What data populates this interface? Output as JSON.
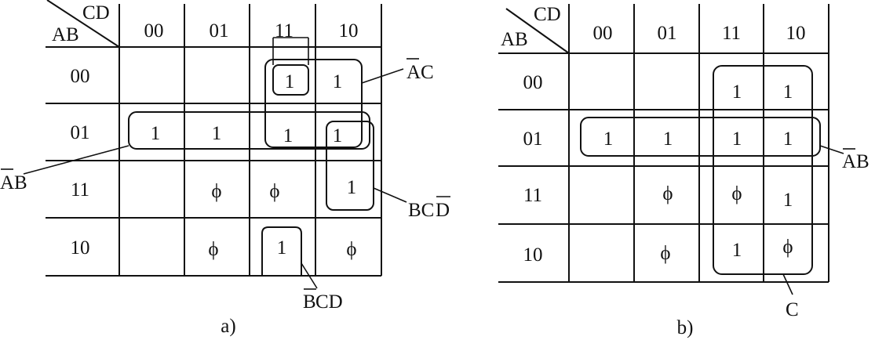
{
  "diagram_a": {
    "corner_col_label": "CD",
    "corner_row_label": "AB",
    "col_headers": [
      "00",
      "01",
      "11",
      "10"
    ],
    "row_headers": [
      "00",
      "01",
      "11",
      "10"
    ],
    "cells": [
      [
        "",
        "",
        "1",
        "1"
      ],
      [
        "1",
        "1",
        "1",
        "1"
      ],
      [
        "",
        "ϕ",
        "ϕ",
        "1"
      ],
      [
        "",
        "ϕ",
        "1",
        "ϕ"
      ]
    ],
    "terms": [
      {
        "bar": "A",
        "rest": "C"
      },
      {
        "bar": "A",
        "rest": "B"
      },
      {
        "bar": "",
        "rest": "BC",
        "bar_after": "D"
      },
      {
        "bar": "B",
        "rest": "CD"
      }
    ],
    "caption": "a)"
  },
  "diagram_b": {
    "corner_col_label": "CD",
    "corner_row_label": "AB",
    "col_headers": [
      "00",
      "01",
      "11",
      "10"
    ],
    "row_headers": [
      "00",
      "01",
      "11",
      "10"
    ],
    "cells": [
      [
        "",
        "",
        "1",
        "1"
      ],
      [
        "1",
        "1",
        "1",
        "1"
      ],
      [
        "",
        "ϕ",
        "ϕ",
        "1"
      ],
      [
        "",
        "ϕ",
        "1",
        "ϕ"
      ]
    ],
    "terms": [
      {
        "bar": "A",
        "rest": "B"
      },
      {
        "bar": "",
        "rest": "C"
      }
    ],
    "caption": "b)"
  }
}
